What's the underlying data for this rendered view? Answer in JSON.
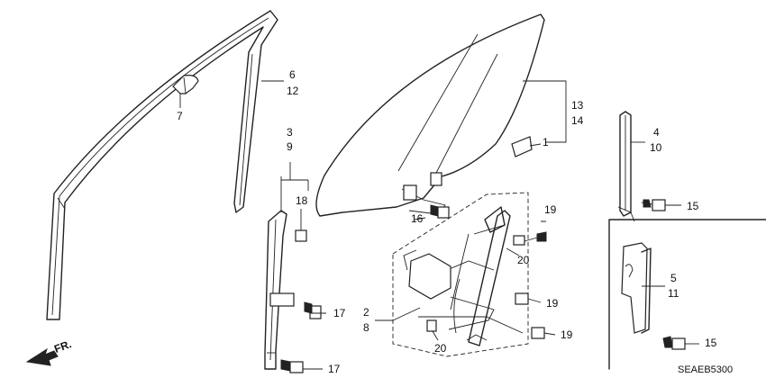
{
  "callouts": {
    "c1": "1",
    "c2": "2",
    "c3": "3",
    "c4": "4",
    "c5": "5",
    "c6": "6",
    "c7": "7",
    "c8": "8",
    "c9": "9",
    "c10": "10",
    "c11": "11",
    "c12": "12",
    "c13": "13",
    "c14": "14",
    "c15a": "15",
    "c15b": "15",
    "c16": "16",
    "c17a": "17",
    "c17b": "17",
    "c18": "18",
    "c19a": "19",
    "c19b": "19",
    "c19c": "19",
    "c20a": "20",
    "c20b": "20"
  },
  "direction_label": "FR.",
  "diagram_code": "SEAEB5300"
}
